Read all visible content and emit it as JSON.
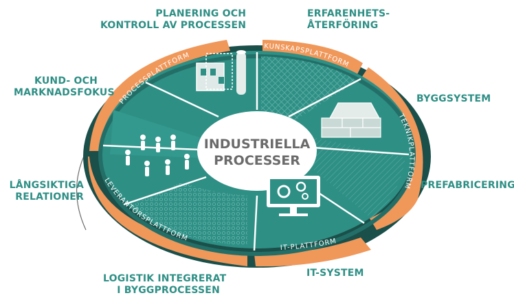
{
  "center": {
    "line1": "INDUSTRIELLA",
    "line2": "PROCESSER"
  },
  "outer_labels": {
    "planering": [
      "PLANERING OCH",
      "KONTROLL AV PROCESSEN"
    ],
    "erfarenhet": [
      "ERFARENHETS-",
      "ÅTERFÖRING"
    ],
    "kund": [
      "KUND- OCH",
      "MARKNADSFOKUS"
    ],
    "byggsystem": [
      "BYGGSYSTEM"
    ],
    "prefabricering": [
      "PREFABRICERING"
    ],
    "langsiktiga": [
      "LÅNGSIKTIGA",
      "RELATIONER"
    ],
    "itsystem": [
      "IT-SYSTEM"
    ],
    "logistik": [
      "LOGISTIK INTEGRERAT",
      "I BYGGPROCESSEN"
    ]
  },
  "ring_labels": {
    "processplattform": "PROCESSPLATTFORM",
    "kunskapsplattform": "KUNSKAPSPLATTFORM",
    "teknikplattform": "TEKNIKPLATTFORM",
    "itplattform": "IT-PLATTFORM",
    "leverantorsplattform": "LEVERANTÖRSPLATTFORM"
  },
  "colors": {
    "teal": "#2e8f85",
    "teal_dark": "#236f67",
    "teal_shadow": "#1a4f4a",
    "orange": "#f0975a",
    "orange_dark": "#c9703a",
    "grey_text": "#6b6b6b",
    "label_teal": "#2e8f85"
  }
}
